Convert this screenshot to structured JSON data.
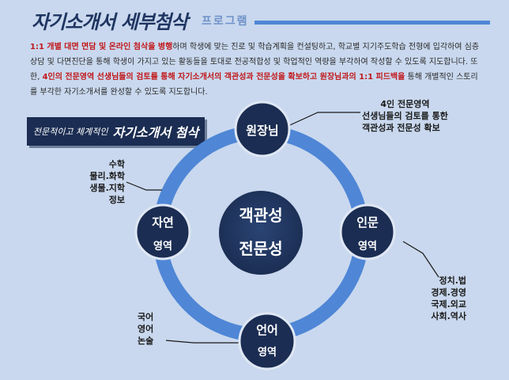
{
  "header": {
    "title": "자기소개서 세부첨삭",
    "subtitle": "프로그램"
  },
  "description": {
    "highlight1": "1:1 개별 대면 면담 및 온라인 첨삭을 병행",
    "text1": "하며 학생에 맞는 진로 및 학습계획을 컨설팅하고, 학교별 지기주도학습 전형에 입각하여 심층 상담 및 다면진단을 통해 학생이 가지고 있는 활동들을 토대로 전공적합성 및 학업적인 역량을 부각하여 작성할 수 있도록 지도합니다. 또한, ",
    "highlight2": "4인의 전문영역 선생님들의 검토를 통해 자기소개서의 객관성과 전문성을 확보하고 원장님과의 1:1 피드백을",
    "text2": " 통해 개별적인 스토리를 부각한 자기소개서를 완성할 수 있도록 지도합니다."
  },
  "banner": {
    "small": "전문적이고 체계적인",
    "big": "자기소개서 첨삭"
  },
  "center": {
    "line1": "객관성",
    "line2": "전문성"
  },
  "nodes": {
    "top": {
      "label": "원장님"
    },
    "right": {
      "line1": "인문",
      "line2": "영역"
    },
    "bottom": {
      "line1": "언어",
      "line2": "영역"
    },
    "left": {
      "line1": "자연",
      "line2": "영역"
    }
  },
  "notes": {
    "top": [
      "4인 전문영역",
      "선생님들의 검토를 통한",
      "객관성과 전문성 확보"
    ],
    "left": [
      "수학",
      "물리.화학",
      "생물.지학",
      "정보"
    ],
    "right": [
      "정치.법",
      "경제.경영",
      "국제.외교",
      "사회.역사"
    ],
    "bottom": [
      "국어",
      "영어",
      "논술"
    ]
  },
  "colors": {
    "background": "#c9d8ee",
    "navy": "#1b2d52",
    "ring": "#4f86d6",
    "accent_red": "#c1181a"
  }
}
